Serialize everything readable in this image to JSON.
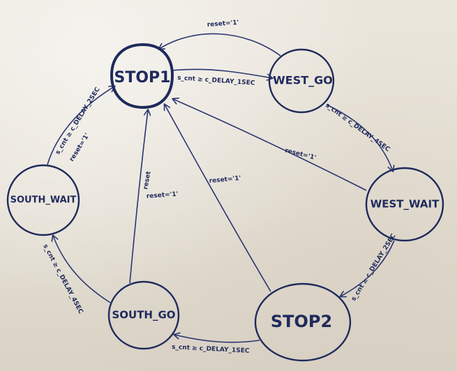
{
  "diagram": {
    "states": [
      {
        "id": "stop1",
        "label": "STOP1"
      },
      {
        "id": "west_go",
        "label": "WEST_GO"
      },
      {
        "id": "west_wait",
        "label": "WEST_WAIT"
      },
      {
        "id": "stop2",
        "label": "STOP2"
      },
      {
        "id": "south_go",
        "label": "SOUTH_GO"
      },
      {
        "id": "south_wait",
        "label": "SOUTH_WAIT"
      }
    ],
    "transitions": [
      {
        "from": "west_go",
        "to": "stop1",
        "label": "reset='1'"
      },
      {
        "from": "stop1",
        "to": "west_go",
        "label": "s_cnt ≥ c_DELAY_1SEC"
      },
      {
        "from": "west_go",
        "to": "west_wait",
        "label": "s_cnt ≥ c_DELAY_4SEC"
      },
      {
        "from": "west_wait",
        "to": "stop1",
        "label": "reset='1'"
      },
      {
        "from": "west_wait",
        "to": "stop2",
        "label": "s_cnt ≥ c_DELAY_2SEC"
      },
      {
        "from": "stop2",
        "to": "stop1",
        "label": "reset='1'"
      },
      {
        "from": "stop2",
        "to": "south_go",
        "label": "s_cnt ≥ c_DELAY_1SEC"
      },
      {
        "from": "south_go",
        "to": "stop1",
        "label": "reset='1'"
      },
      {
        "from": "south_go",
        "to": "south_wait",
        "label": "s_cnt ≥ c_DELAY_4SEC"
      },
      {
        "from": "south_wait",
        "to": "stop1",
        "label": "s_cnt ≥ c_DELAY_2SEC"
      }
    ],
    "extra_labels": [
      {
        "near": "south_wait_to_stop1",
        "text": "reset='1'"
      },
      {
        "near": "south_go_to_stop1",
        "text": "reset"
      }
    ]
  }
}
